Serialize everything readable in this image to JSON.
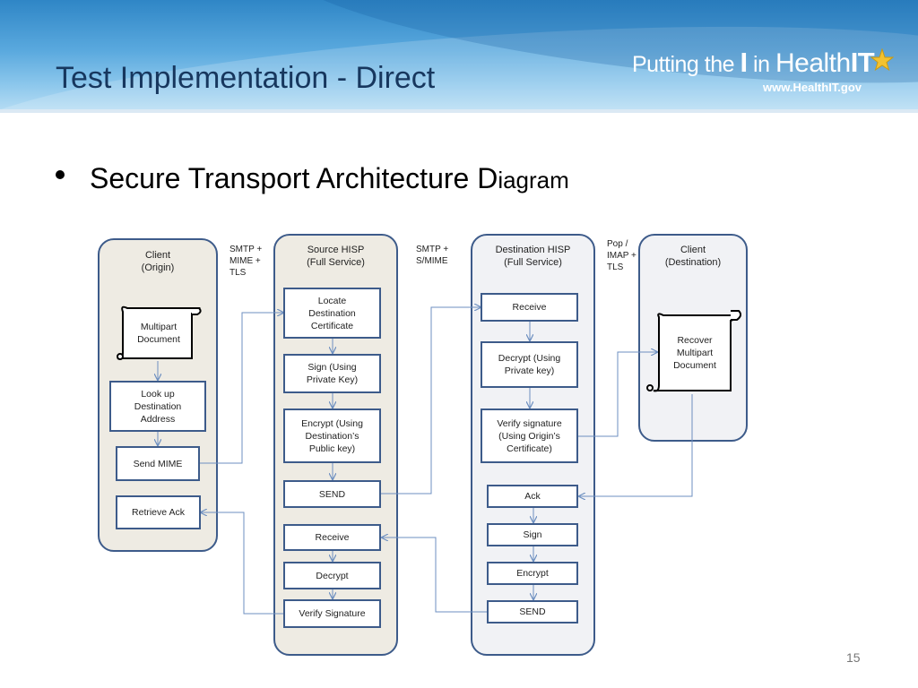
{
  "slide": {
    "title": "Test Implementation - Direct",
    "logo_text_a": "Putting the ",
    "logo_text_b": "I",
    "logo_text_c": " in ",
    "logo_text_d": "Health",
    "logo_text_e": "IT",
    "logo_url": "www.HealthIT.gov",
    "bullet_main": "Secure Transport Architecture D",
    "bullet_tail": "iagram",
    "page_number": "15"
  },
  "diagram": {
    "columns": {
      "client_origin": "Client\n(Origin)",
      "source_hisp": "Source HISP\n(Full Service)",
      "destination_hisp": "Destination HISP\n(Full Service)",
      "client_destination": "Client\n(Destination)"
    },
    "protocols": {
      "p1": "SMTP +\nMIME +\nTLS",
      "p2": "SMTP +\nS/MIME",
      "p3": "Pop /\nIMAP +\nTLS"
    },
    "origin": {
      "doc": "Multipart\nDocument",
      "lookup": "Look up\nDestination\nAddress",
      "send_mime": "Send MIME",
      "retrieve_ack": "Retrieve Ack"
    },
    "source": {
      "locate": "Locate\nDestination\nCertificate",
      "sign": "Sign (Using\nPrivate Key)",
      "encrypt": "Encrypt (Using\nDestination’s\nPublic key)",
      "send": "SEND",
      "receive": "Receive",
      "decrypt": "Decrypt",
      "verify": "Verify Signature"
    },
    "destination": {
      "receive": "Receive",
      "decrypt": "Decrypt (Using\nPrivate key)",
      "verify": "Verify signature\n(Using Origin’s\nCertificate)",
      "ack": "Ack",
      "sign": "Sign",
      "encrypt": "Encrypt",
      "send": "SEND"
    },
    "dest_client": {
      "doc": "Recover\nMultipart\nDocument"
    }
  }
}
